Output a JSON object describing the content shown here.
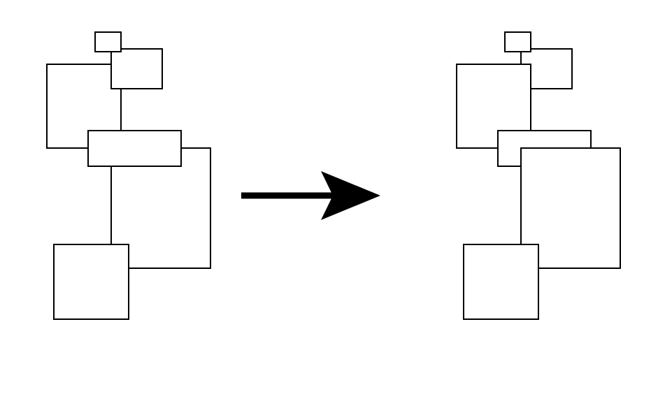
{
  "diagram": {
    "description_labels": [],
    "colors": {
      "stroke": "#000000",
      "fill": "#ffffff",
      "arrow": "#000000"
    },
    "panels": [
      {
        "id": "before",
        "box_count": 5
      },
      {
        "id": "after",
        "box_count": 5
      }
    ],
    "arrow": {
      "direction": "right"
    }
  }
}
